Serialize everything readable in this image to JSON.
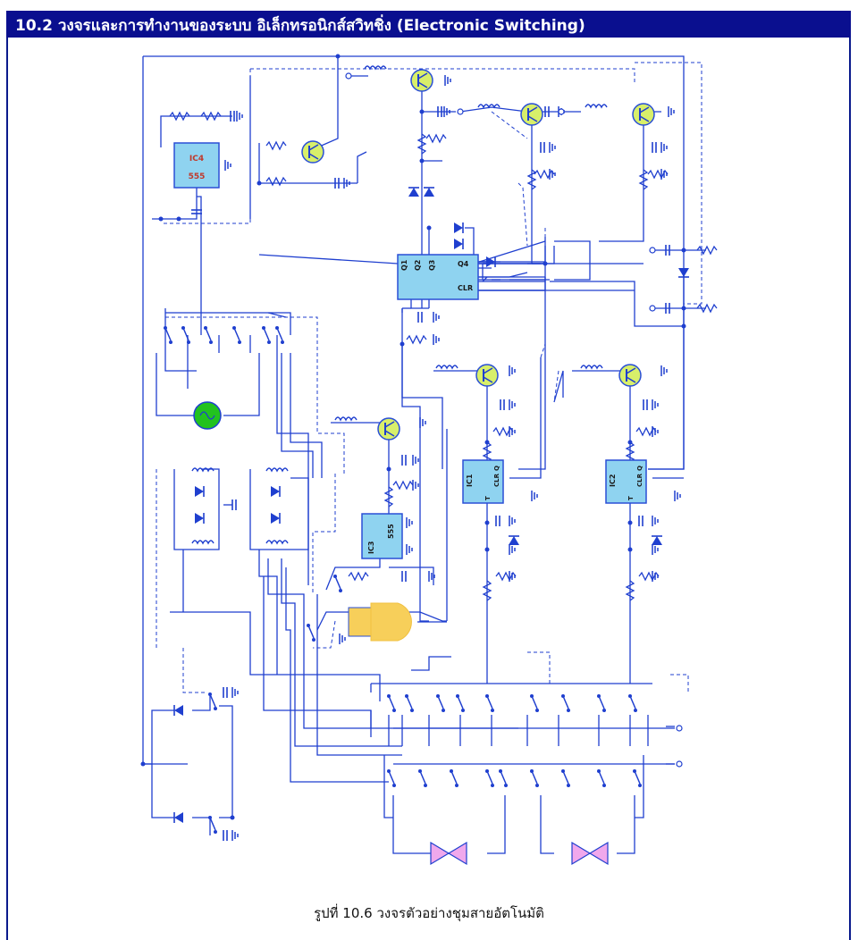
{
  "header": {
    "title": "10.2 วงจรและการทำงานของระบบ อิเล็กทรอนิกส์สวิทชิ่ง (Electronic Switching)"
  },
  "diagram": {
    "ic4": {
      "name": "IC4",
      "part": "555"
    },
    "ic3": {
      "name": "IC3",
      "part": "555"
    },
    "counter": {
      "q1": "Q1",
      "q2": "Q2",
      "q3": "Q3",
      "q4": "Q4",
      "clr": "CLR"
    },
    "ic1": {
      "name": "IC1",
      "t": "T",
      "q": "Q",
      "clr": "CLR"
    },
    "ic2": {
      "name": "IC2",
      "t": "T",
      "q": "Q",
      "clr": "CLR"
    },
    "colors": {
      "wire": "#1f3fcf",
      "chip": "#8fd3f0",
      "transistor": "#d8ef6a",
      "source": "#22c21f",
      "gate": "#f7cf5a",
      "valve": "#f0a8ec"
    }
  },
  "caption": "รูปที่ 10.6 วงจรตัวอย่างชุมสายอัตโนมัติ"
}
